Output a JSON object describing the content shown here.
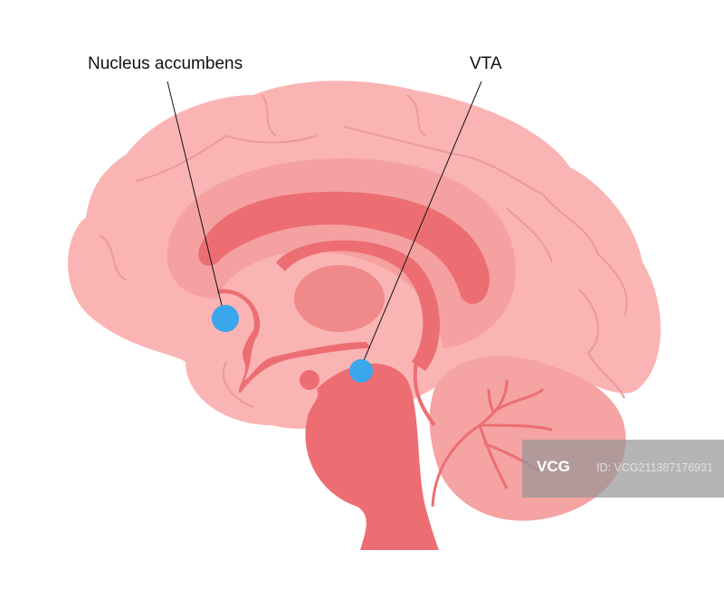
{
  "labels": {
    "nucleus_accumbens": "Nucleus accumbens",
    "vta": "VTA"
  },
  "watermark": {
    "logo": "VCG",
    "id": "ID: VCG211387176931"
  },
  "colors": {
    "cortex": "#fbb4b4",
    "fold_line": "#e99a9a",
    "limbic": "#f5a1a1",
    "callosum": "#ec6e72",
    "thalamus": "#f08a8a",
    "brainstem": "#ec6e72",
    "cerebellum": "#f5a3a3",
    "marker": "#3aa6ec"
  }
}
